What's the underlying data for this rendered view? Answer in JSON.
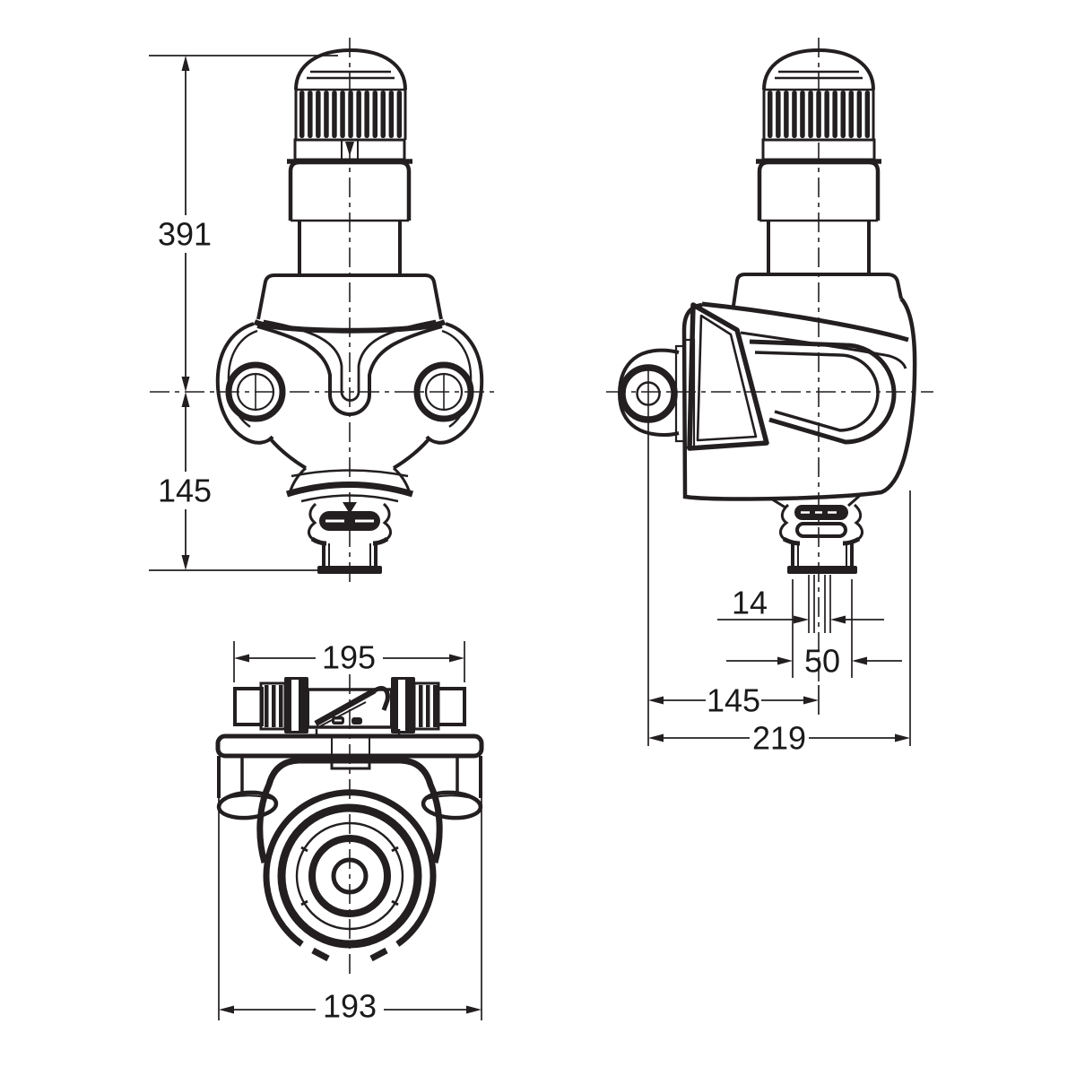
{
  "drawing": {
    "background": "#ffffff",
    "line_color": "#231f20",
    "type": "technical-orthographic-drawing",
    "views": {
      "front": "front-view",
      "side": "side-view",
      "bottom": "bottom-view"
    },
    "dimensions": {
      "front_overall_height": "391",
      "front_center_to_outlet": "145",
      "bottom_pipe_length": "195",
      "bottom_body_width": "193",
      "side_pipe_diameter": "14",
      "side_outlet_diameter": "50",
      "side_port_to_center": "145",
      "side_overall_depth": "219"
    }
  }
}
